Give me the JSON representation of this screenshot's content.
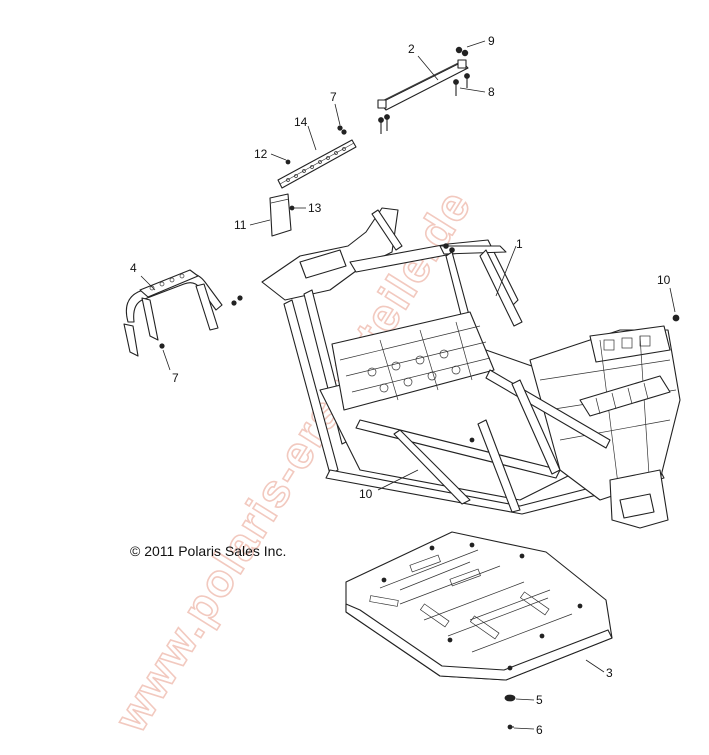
{
  "copyright": "© 2011 Polaris Sales Inc.",
  "watermark": "www.polaris-ersatzteile.de",
  "callouts": {
    "c1": "1",
    "c2": "2",
    "c3": "3",
    "c4": "4",
    "c5": "5",
    "c6": "6",
    "c7a": "7",
    "c7b": "7",
    "c8": "8",
    "c9": "9",
    "c10a": "10",
    "c10b": "10",
    "c11": "11",
    "c12": "12",
    "c13": "13",
    "c14": "14"
  }
}
